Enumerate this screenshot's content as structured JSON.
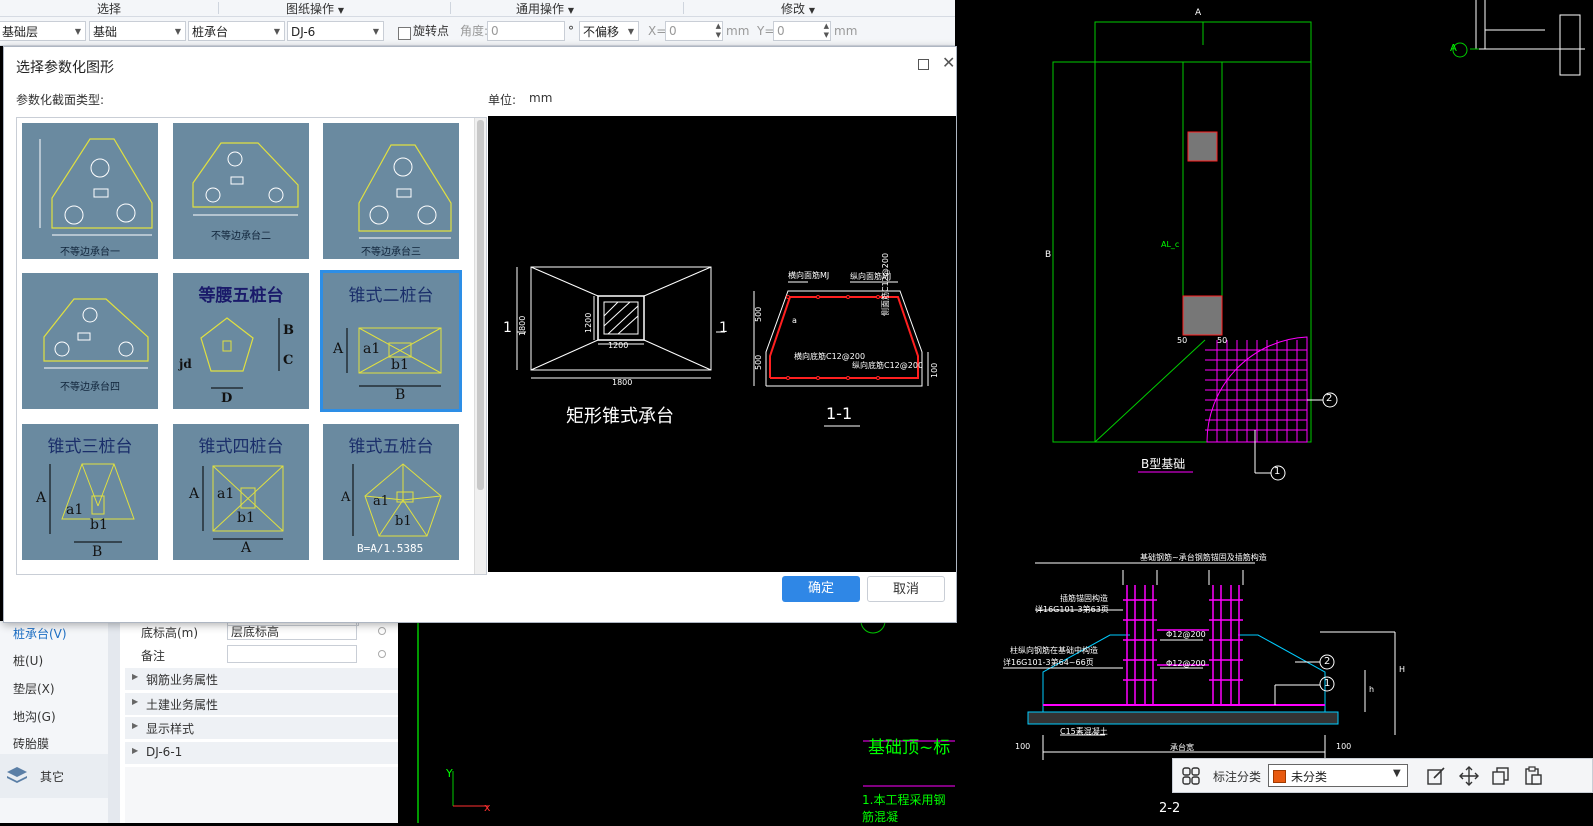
{
  "ribbon": {
    "groups": [
      "选择",
      "图纸操作",
      "通用操作",
      "修改"
    ]
  },
  "toolbar": {
    "layer": "基础层",
    "category": "基础",
    "type": "桩承台",
    "name": "DJ-6",
    "rotate_label": "旋转点",
    "angle_label": "角度:",
    "angle_value": "0",
    "degree": "°",
    "offset": "不偏移",
    "x_label": "X=",
    "x_value": "0",
    "x_unit": "mm",
    "y_label": "Y=",
    "y_value": "0",
    "y_unit": "mm"
  },
  "dialog": {
    "title": "选择参数化图形",
    "type_label": "参数化截面类型:",
    "unit_label": "单位:",
    "unit_value": "mm",
    "ok": "确定",
    "cancel": "取消",
    "thumbnails": [
      {
        "caption": "不等边承台一"
      },
      {
        "caption": "不等边承台二"
      },
      {
        "caption": "不等边承台三"
      },
      {
        "caption": "不等边承台四"
      },
      {
        "caption": "等腰五桩台"
      },
      {
        "caption": "锥式二桩台"
      },
      {
        "caption": "锥式三桩台"
      },
      {
        "caption": "锥式四桩台"
      },
      {
        "caption": "锥式五桩台"
      }
    ],
    "thumb_labels": {
      "a1": "a1",
      "b1": "b1",
      "A": "A",
      "B": "B",
      "C": "C",
      "D": "D",
      "jd": "jd",
      "b_formula": "B=A/1.5385"
    },
    "preview": {
      "title": "矩形锥式承台",
      "section": "1-1",
      "mark": "1",
      "dim_1800": "1800",
      "dim_1200": "1200",
      "dim_1200v": "1200",
      "dim_1800v": "1800",
      "dim_500a": "500",
      "dim_500b": "500",
      "top_bar_x": "横向面筋MJ",
      "top_bar_y": "纵向面筋MJ",
      "bottom_bar_x": "横向底筋C12@200",
      "bottom_bar_y": "纵向底筋C12@200",
      "side_bar": "侧面筋C12@200",
      "small_a": "a",
      "dim_100": "100"
    }
  },
  "left_nav": {
    "items": [
      "桩承台(V)",
      "桩(U)",
      "垫层(X)",
      "地沟(G)",
      "砖胎膜"
    ],
    "others": "其它"
  },
  "props": {
    "rows": [
      {
        "name": "底标高(m)",
        "value": "层底标高"
      },
      {
        "name": "备注",
        "value": ""
      }
    ],
    "groups": [
      "钢筋业务属性",
      "土建业务属性",
      "显示样式",
      "DJ-6-1"
    ]
  },
  "cad": {
    "b_foundation": "B型基础",
    "section_22": "2-2",
    "circle_1": "1",
    "circle_2": "2",
    "axis_A": "A",
    "c15": "C15素混凝土",
    "bottom_note_1": "基础顶~标",
    "bottom_note_2": "1.本工程采用钢筋混凝",
    "lbl_A": "A",
    "lbl_B": "B",
    "lbl_AL": "AL_c",
    "lbl_50a": "50",
    "lbl_50b": "50",
    "lbl_100a": "100",
    "lbl_100b": "100",
    "lbl_H": "H",
    "lbl_h": "h",
    "lbl_x": "x",
    "lbl_y": "Y",
    "rebar_1": "Φ12@200",
    "rebar_2": "Φ12@200",
    "note_top": "基础钢筋~承台钢筋锚固及插筋构造",
    "note_l1": "插筋锚固构造",
    "note_l2": "详16G101-3第63页",
    "note_l3": "柱纵向钢筋在基础中构造",
    "note_l4": "详16G101-3第64~66页",
    "dim_total": "承台宽"
  },
  "annotation_bar": {
    "label": "标注分类",
    "value": "未分类"
  },
  "colors": {
    "accent": "#2f87e6",
    "cad_green": "#00cc00",
    "cad_magenta": "#ff00ff",
    "thumb_bg": "#6a8aa0"
  }
}
